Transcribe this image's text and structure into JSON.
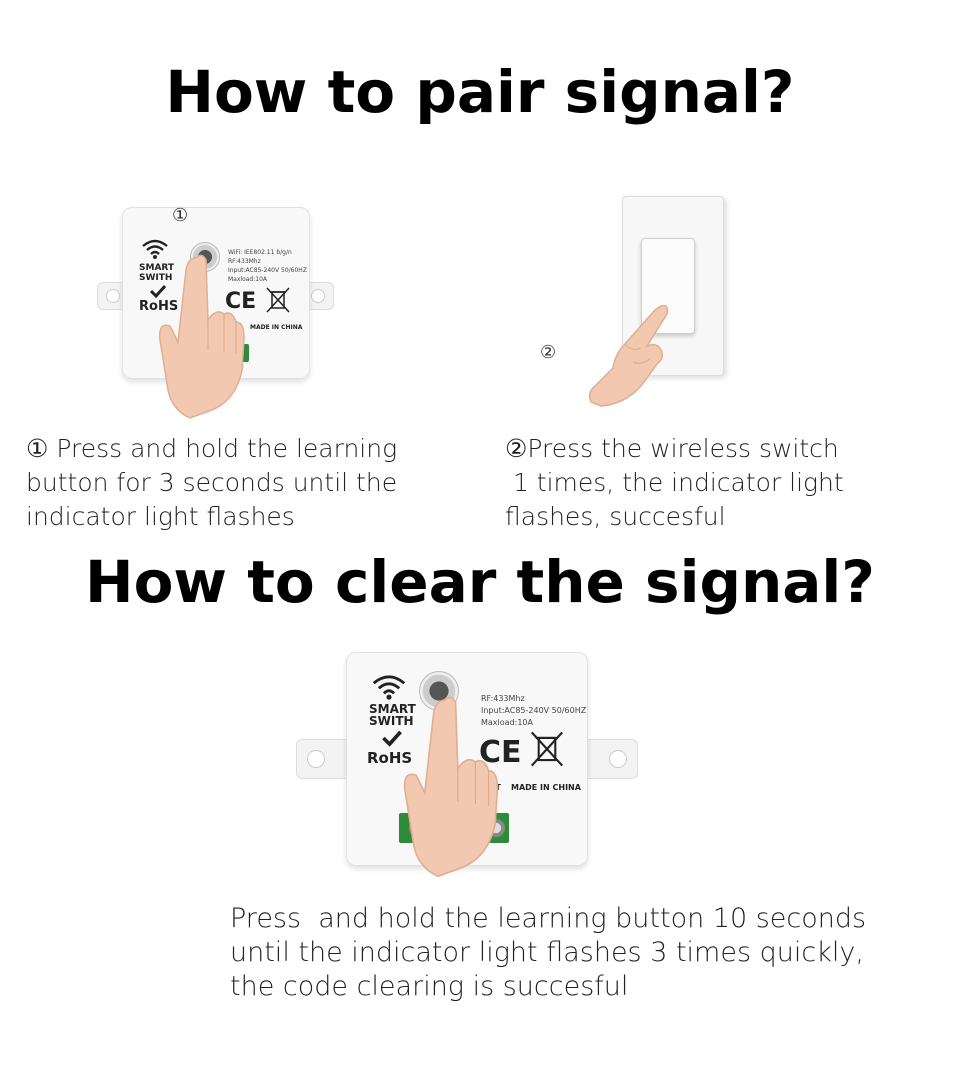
{
  "headings": {
    "pair": "How to pair signal?",
    "clear": "How to clear the signal?"
  },
  "steps": {
    "step1": {
      "marker": "①",
      "caption": "① Press and hold the learning\nbutton for 3 seconds until the\nindicator light flashes"
    },
    "step2": {
      "marker": "②",
      "caption": "②Press the wireless switch\n 1 times, the indicator light\nflashes, succesful"
    },
    "clear": {
      "caption": "Press  and hold the learning button 10 seconds\nuntil the indicator light flashes 3 times quickly,\nthe code clearing is succesful"
    }
  },
  "device_small": {
    "brand": "SMART\nSWITH",
    "specs": "WiFi: IEE802.11 b/g/n\nRF:433Mhz\nInput:AC85-240V 50/60HZ\nMaxload:10A",
    "rohs": "RoHS",
    "ce": "CE",
    "made_in": "MADE IN CHINA"
  },
  "device_large": {
    "brand": "SMART\nSWITH",
    "specs": "RF:433Mhz\nInput:AC85-240V 50/60HZ\nMaxload:10A",
    "rohs": "RoHS",
    "ce": "CE",
    "made_in": "MADE IN CHINA",
    "input_label": "PUT"
  },
  "icons": [
    "wifi-icon",
    "hand-icon",
    "weee-bin-icon",
    "checkmark-icon"
  ]
}
